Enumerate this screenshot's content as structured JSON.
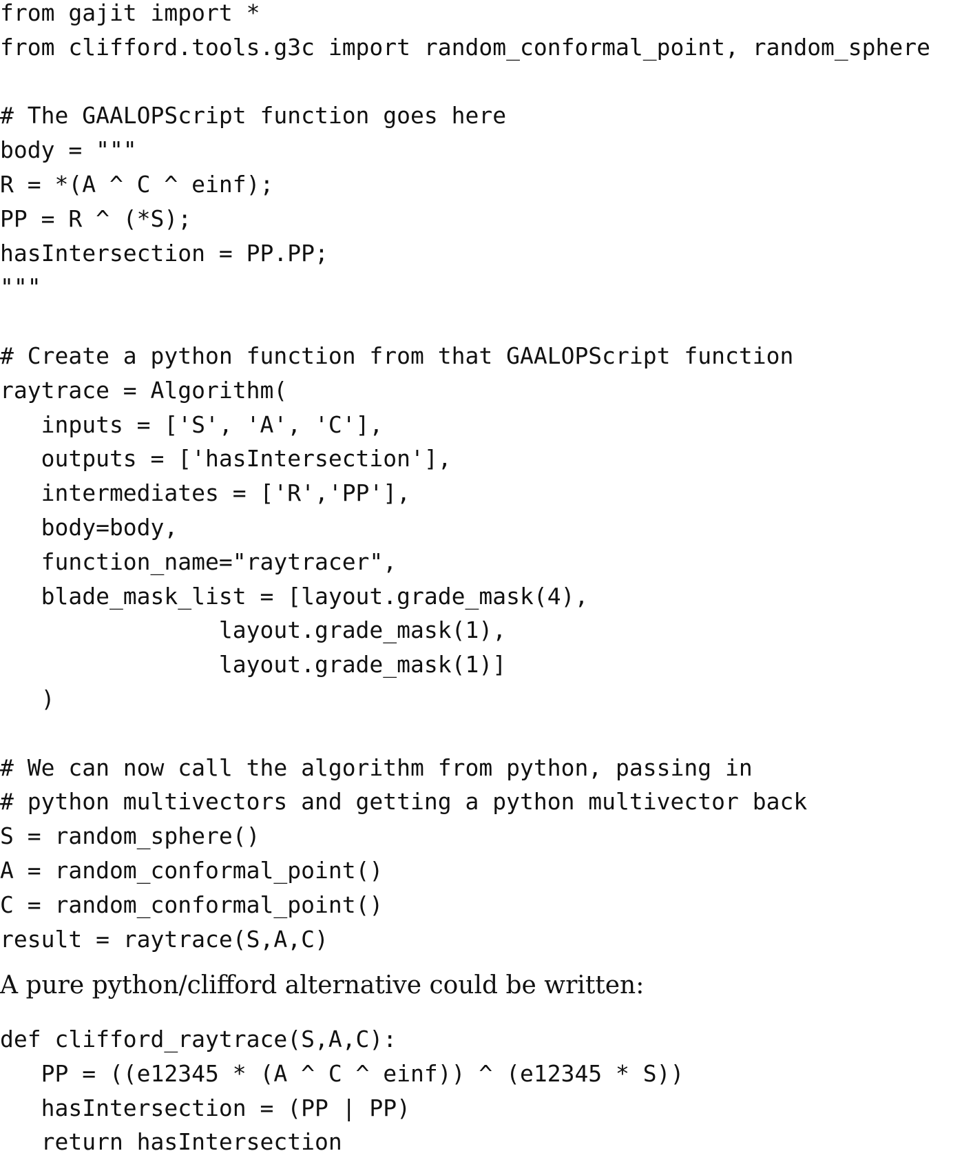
{
  "code_block_1": [
    "from gajit import *",
    "from clifford.tools.g3c import random_conformal_point, random_sphere",
    "",
    "# The GAALOPScript function goes here",
    "body = \"\"\"",
    "R = *(A ^ C ^ einf);",
    "PP = R ^ (*S);",
    "hasIntersection = PP.PP;",
    "\"\"\"",
    "",
    "# Create a python function from that GAALOPScript function",
    "raytrace = Algorithm(",
    "   inputs = ['S', 'A', 'C'],",
    "   outputs = ['hasIntersection'],",
    "   intermediates = ['R','PP'],",
    "   body=body,",
    "   function_name=\"raytracer\",",
    "   blade_mask_list = [layout.grade_mask(4),",
    "                layout.grade_mask(1),",
    "                layout.grade_mask(1)]",
    "   )",
    "",
    "# We can now call the algorithm from python, passing in",
    "# python multivectors and getting a python multivector back",
    "S = random_sphere()",
    "A = random_conformal_point()",
    "C = random_conformal_point()",
    "result = raytrace(S,A,C)"
  ],
  "prose_text": "A pure python/clifford alternative could be written:",
  "code_block_2": [
    "def clifford_raytrace(S,A,C):",
    "   PP = ((e12345 * (A ^ C ^ einf)) ^ (e12345 * S))",
    "   hasIntersection = (PP | PP)",
    "   return hasIntersection"
  ]
}
